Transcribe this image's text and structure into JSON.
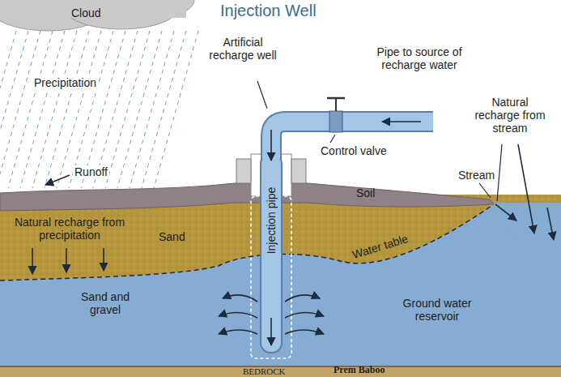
{
  "diagram": {
    "title": "Injection Well",
    "labels": [
      "Cloud",
      "Precipitation",
      "Artificial recharge well",
      "Pipe to source of recharge water",
      "Control valve",
      "Natural recharge from stream",
      "Runoff",
      "Stream",
      "Soil",
      "Natural recharge from precipitation",
      "Sand",
      "Injection pipe",
      "Water table",
      "Sand and gravel",
      "Ground water reservoir",
      "BEDROCK",
      "Prem Baboo"
    ]
  }
}
